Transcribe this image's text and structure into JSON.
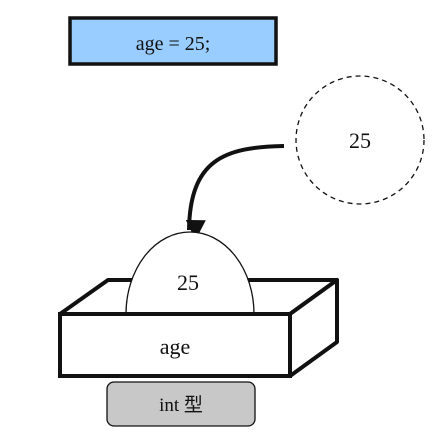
{
  "statement": {
    "code": "age = 25;",
    "fill_color": "#99ccff"
  },
  "value_literal": {
    "text": "25"
  },
  "stored_value": {
    "text": "25"
  },
  "variable_box": {
    "name": "age"
  },
  "type_label": {
    "text": "int 型",
    "fill_color": "#c8c8c8"
  },
  "icons": {
    "assign_arrow": "curved-arrow-down",
    "value_circle": "dashed-circle"
  }
}
